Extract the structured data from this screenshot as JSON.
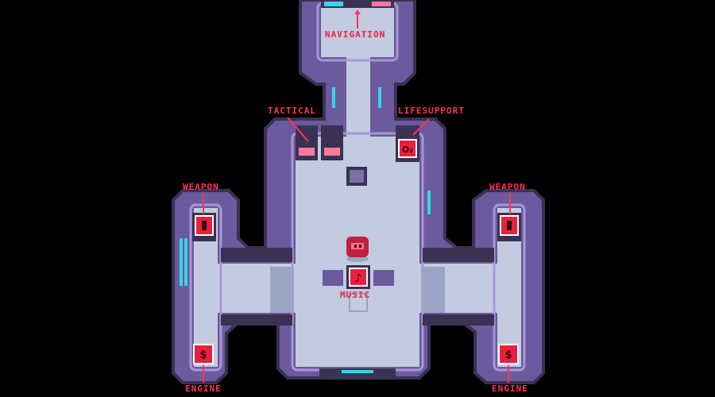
{
  "colors": {
    "background": "#000000",
    "hull_outer": "#6b5a9e",
    "hull_dark": "#3b3153",
    "hull_light": "#a896d8",
    "floor": "#c2cbe0",
    "floor_shade": "#9aa5c4",
    "accent_red": "#ff3355",
    "panel_red": "#e8203f",
    "cyan_light": "#35d6e8"
  },
  "rooms": {
    "navigation": {
      "label": "NAVIGATION",
      "icon": "navigation-console-icon"
    },
    "tactical": {
      "label": "TACTICAL",
      "icon": "tactical-console-icon"
    },
    "lifesupport": {
      "label": "LIFESUPPORT",
      "icon": "oxygen-icon",
      "glyph": "O₂"
    },
    "weapon_left": {
      "label": "WEAPON",
      "icon": "weapon-icon"
    },
    "weapon_right": {
      "label": "WEAPON",
      "icon": "weapon-icon"
    },
    "music": {
      "label": "MUSIC",
      "icon": "music-note-icon",
      "glyph": "♪"
    },
    "engine_left": {
      "label": "ENGINE",
      "icon": "engine-icon",
      "glyph": "$"
    },
    "engine_right": {
      "label": "ENGINE",
      "icon": "engine-icon",
      "glyph": "$"
    }
  },
  "player": {
    "icon": "crew-character-icon"
  }
}
